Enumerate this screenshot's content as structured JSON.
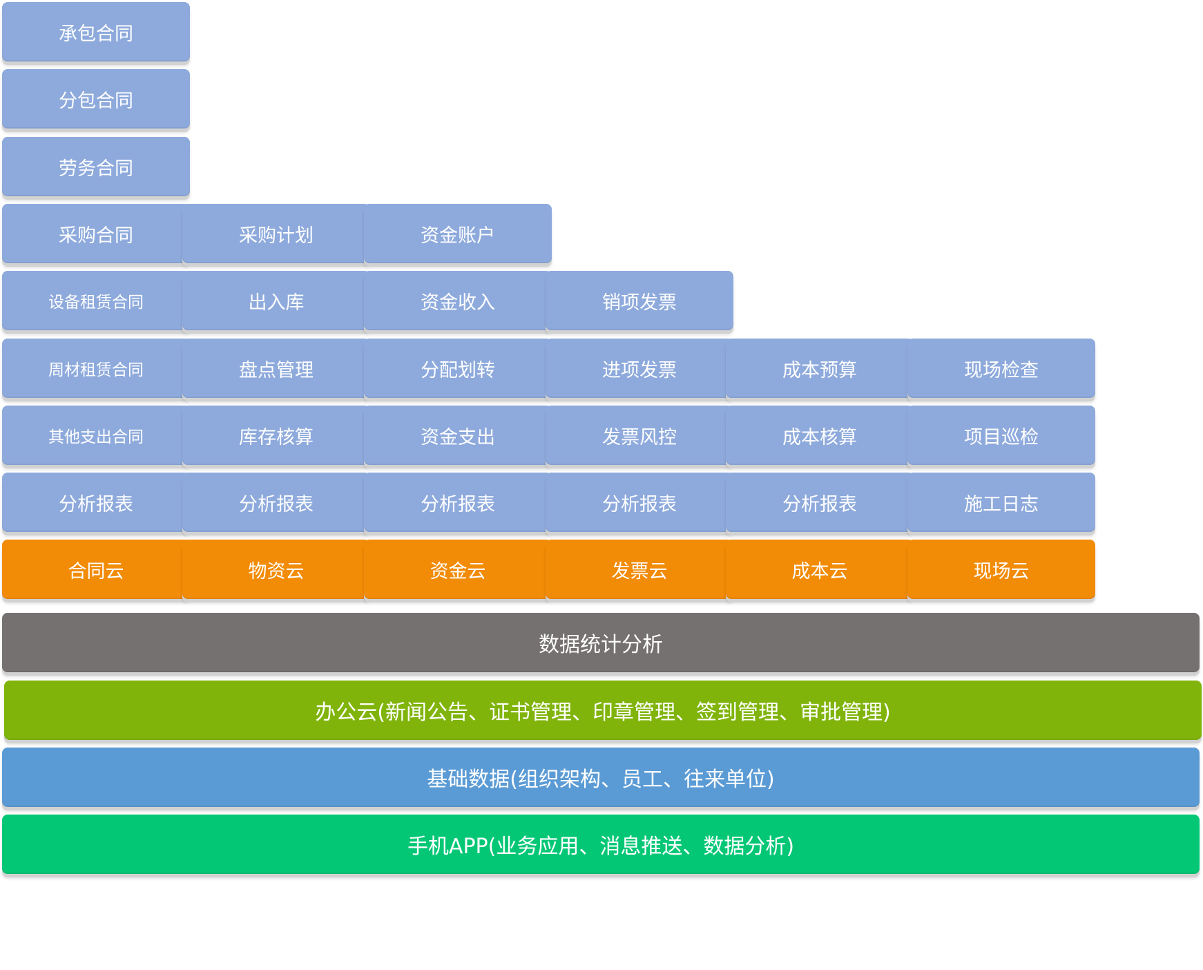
{
  "columns": [
    {
      "items": [
        "承包合同",
        "分包合同",
        "劳务合同",
        "采购合同",
        "设备租赁合同",
        "周材租赁合同",
        "其他支出合同",
        "分析报表"
      ],
      "cloud": "合同云"
    },
    {
      "items": [
        "采购计划",
        "出入库",
        "盘点管理",
        "库存核算",
        "分析报表"
      ],
      "cloud": "物资云"
    },
    {
      "items": [
        "资金账户",
        "资金收入",
        "分配划转",
        "资金支出",
        "分析报表"
      ],
      "cloud": "资金云"
    },
    {
      "items": [
        "销项发票",
        "进项发票",
        "发票风控",
        "分析报表"
      ],
      "cloud": "发票云"
    },
    {
      "items": [
        "成本预算",
        "成本核算",
        "分析报表"
      ],
      "cloud": "成本云"
    },
    {
      "items": [
        "现场检查",
        "项目巡检",
        "施工日志"
      ],
      "cloud": "现场云"
    }
  ],
  "bands": {
    "stat": "数据统计分析",
    "office": "办公云(新闻公告、证书管理、印章管理、签到管理、审批管理)",
    "base": "基础数据(组织架构、员工、往来单位)",
    "app": "手机APP(业务应用、消息推送、数据分析)"
  },
  "colors": {
    "module": "#8eaadc",
    "cloud": "#f28b06",
    "stat": "#767171",
    "office": "#80b40b",
    "base": "#5b9bd5",
    "app": "#04c776"
  }
}
